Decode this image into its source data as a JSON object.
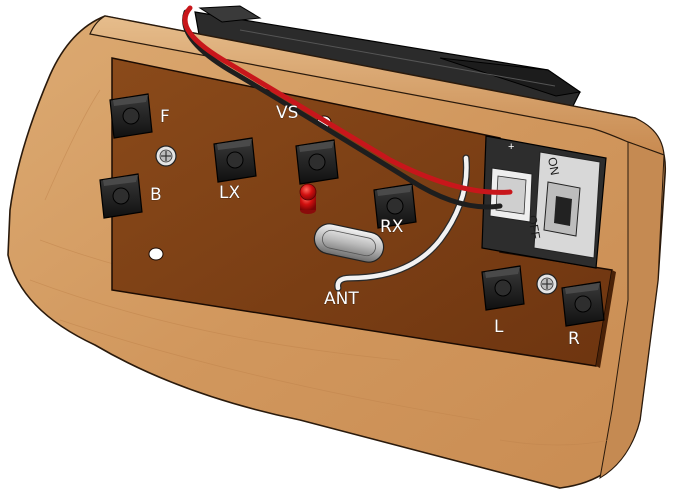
{
  "diagram": {
    "labels": {
      "forward": "F",
      "backward": "B",
      "left_x": "LX",
      "right_x": "RX",
      "left": "L",
      "right": "R",
      "antenna": "ANT",
      "partial_vs": "VS",
      "switch_on": "ON",
      "switch_off": "OFF",
      "plus": "+"
    },
    "colors": {
      "wood": "#d49a62",
      "wood_dark": "#b37843",
      "pcb": "#7a3e12",
      "button_body": "#1f1f1f",
      "led": "#d10f0f",
      "wire_red": "#c8161b",
      "wire_black": "#1e1e1e",
      "antenna_wire": "#f2f2f2",
      "battery_box": "#2b2b2b"
    },
    "icons": [
      "push-button-icon",
      "screw-icon",
      "led-icon",
      "crystal-icon",
      "slide-switch-icon",
      "connector-icon"
    ]
  }
}
